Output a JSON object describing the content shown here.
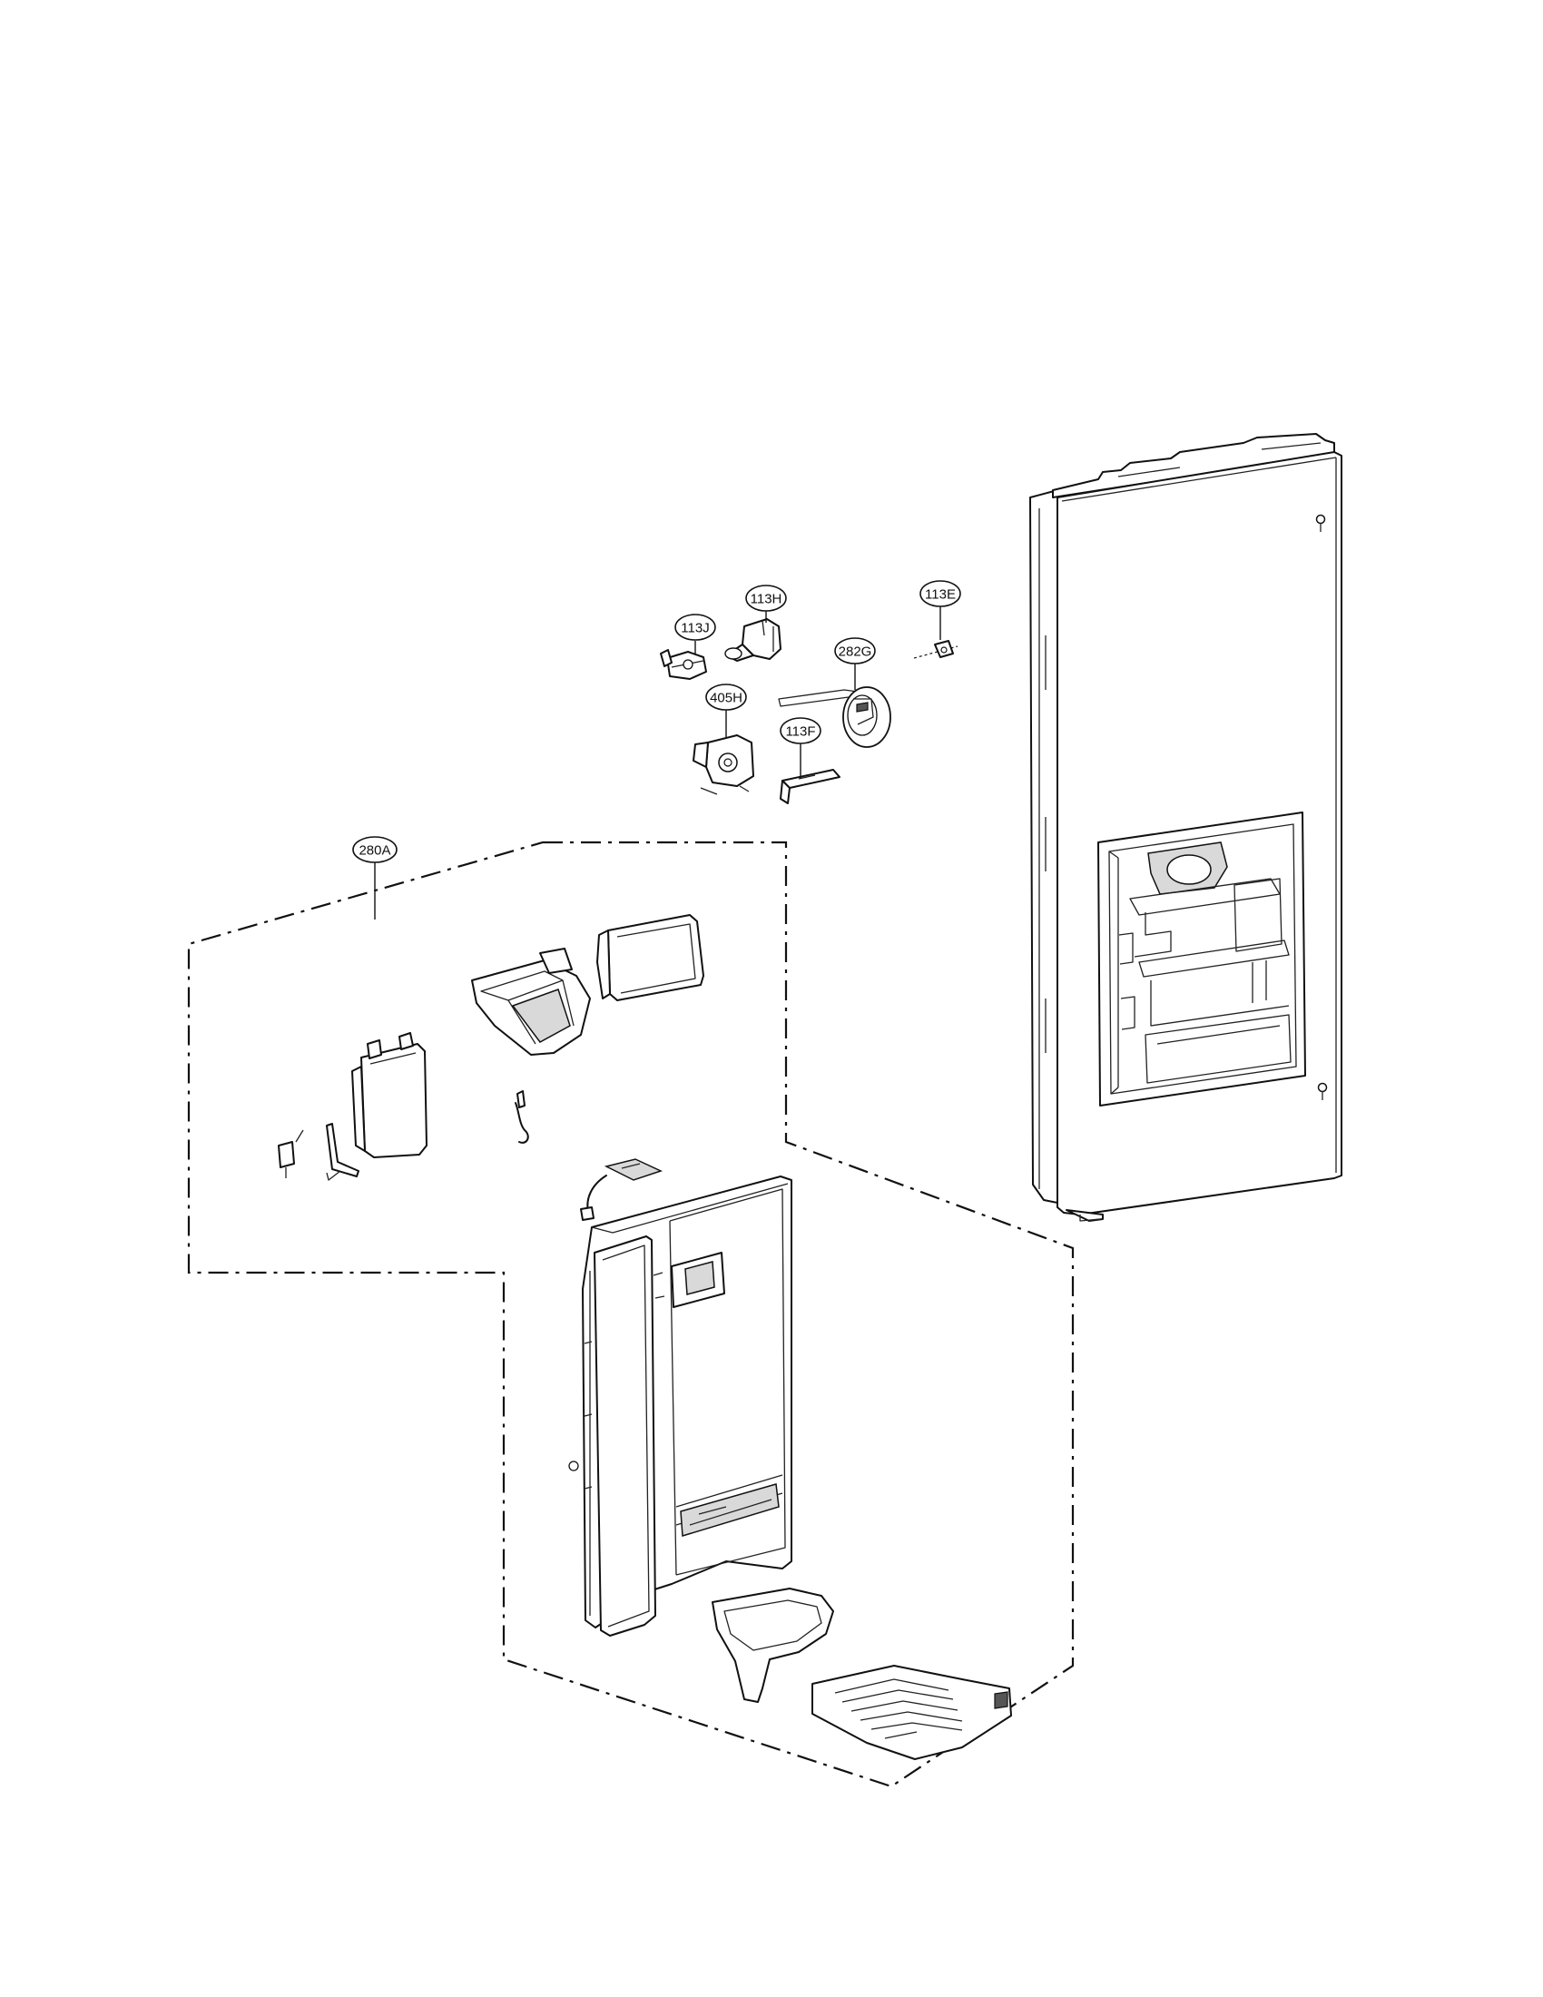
{
  "labels": {
    "p113J": "113J",
    "p113H": "113H",
    "p282G": "282G",
    "p113E": "113E",
    "p405H": "405H",
    "p113F": "113F",
    "p280A": "280A"
  }
}
